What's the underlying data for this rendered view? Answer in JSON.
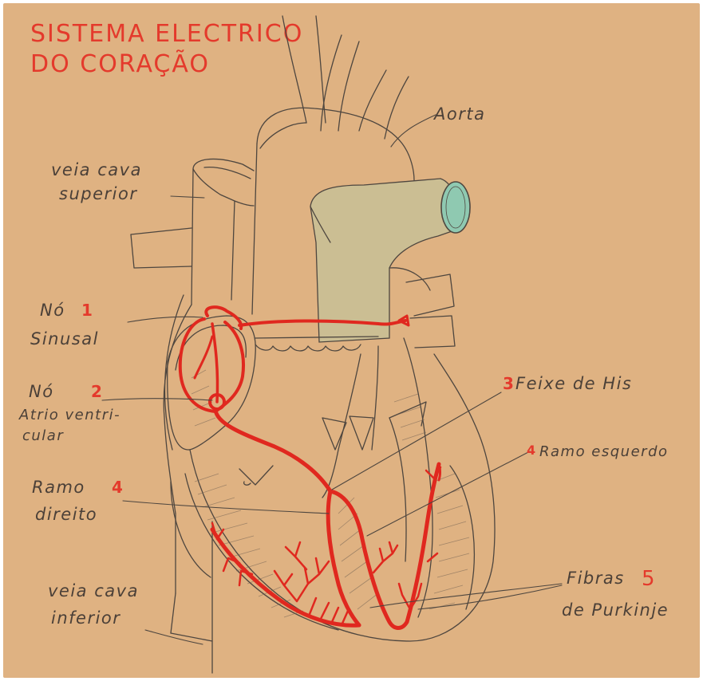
{
  "title": {
    "line1": "SISTEMA ELECTRICO",
    "line2": "DO CORAÇÃO"
  },
  "labels": {
    "aorta": "Aorta",
    "vcs_line1": "veia cava",
    "vcs_line2": "superior",
    "sa_line1": "Nó",
    "sa_num": "1",
    "sa_line2": "Sinusal",
    "av_line1": "Nó",
    "av_num": "2",
    "av_line2": "Atrio ventri-",
    "av_line3": "cular",
    "his_num": "3",
    "his_text": "Feixe de His",
    "left_num": "4",
    "left_text": "Ramo esquerdo",
    "right_line1": "Ramo",
    "right_num": "4",
    "right_line2": "direito",
    "purk_line1": "Fibras",
    "purk_num": "5",
    "purk_line2": "de Purkinje",
    "vci_line1": "veia cava",
    "vci_line2": "inferior"
  },
  "colors": {
    "paper": "#dfb282",
    "ink": "#4e463f",
    "conduction_red": "#e0281f",
    "aorta_tint": "#b9c9a2",
    "aorta_lumen": "#8fc9b1"
  }
}
